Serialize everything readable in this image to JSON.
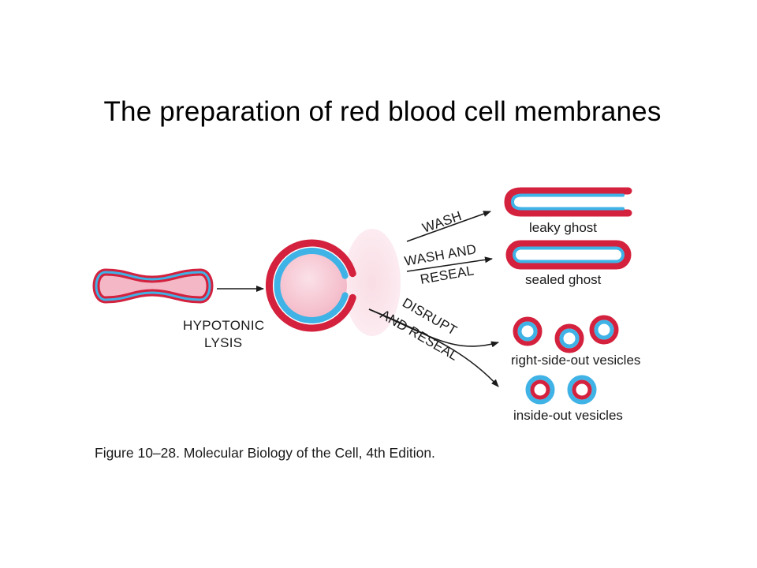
{
  "title": "The preparation of red blood cell membranes",
  "figure": {
    "steps": {
      "lysis_line1": "HYPOTONIC",
      "lysis_line2": "LYSIS",
      "wash": "WASH",
      "wash_reseal_line1": "WASH AND",
      "wash_reseal_line2": "RESEAL",
      "disrupt_line1": "DISRUPT",
      "disrupt_line2": "AND RESEAL"
    },
    "products": {
      "leaky_ghost": "leaky ghost",
      "sealed_ghost": "sealed ghost",
      "right_side_out": "right-side-out vesicles",
      "inside_out": "inside-out vesicles"
    },
    "caption": "Figure 10–28. Molecular Biology of the Cell, 4th Edition."
  },
  "colors": {
    "membrane_outer": "#d4213d",
    "membrane_inner": "#3fb2e6",
    "cytoplasm": "#f7c6d3",
    "arrow": "#1a1a1a"
  }
}
